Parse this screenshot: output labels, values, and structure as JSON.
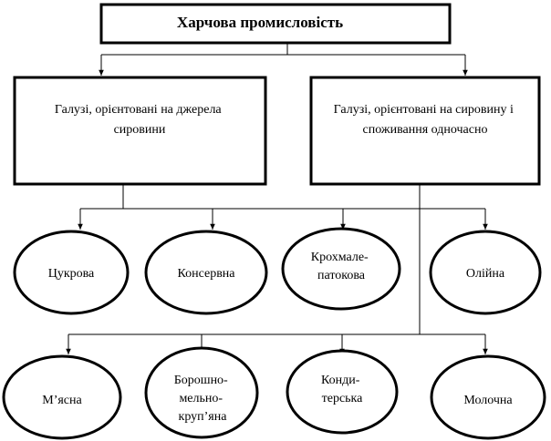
{
  "diagram": {
    "title": "Харчова промисловість",
    "groups": [
      {
        "label_lines": [
          "Галузі, орієнтовані на джерела",
          "сировини"
        ]
      },
      {
        "label_lines": [
          "Галузі, орієнтовані на сировину і",
          "споживання одночасно"
        ]
      }
    ],
    "branches_raw_source": [
      {
        "label_lines": [
          "Цукрова"
        ]
      },
      {
        "label_lines": [
          "Консервна"
        ]
      },
      {
        "label_lines": [
          "Крохмале-",
          "патокова"
        ]
      },
      {
        "label_lines": [
          "Олійна"
        ]
      }
    ],
    "branches_mixed": [
      {
        "label_lines": [
          "М’ясна"
        ]
      },
      {
        "label_lines": [
          "Борошно-",
          "мельно-",
          "круп’яна"
        ]
      },
      {
        "label_lines": [
          "Конди-",
          "терська"
        ]
      },
      {
        "label_lines": [
          "Молочна"
        ]
      }
    ]
  }
}
